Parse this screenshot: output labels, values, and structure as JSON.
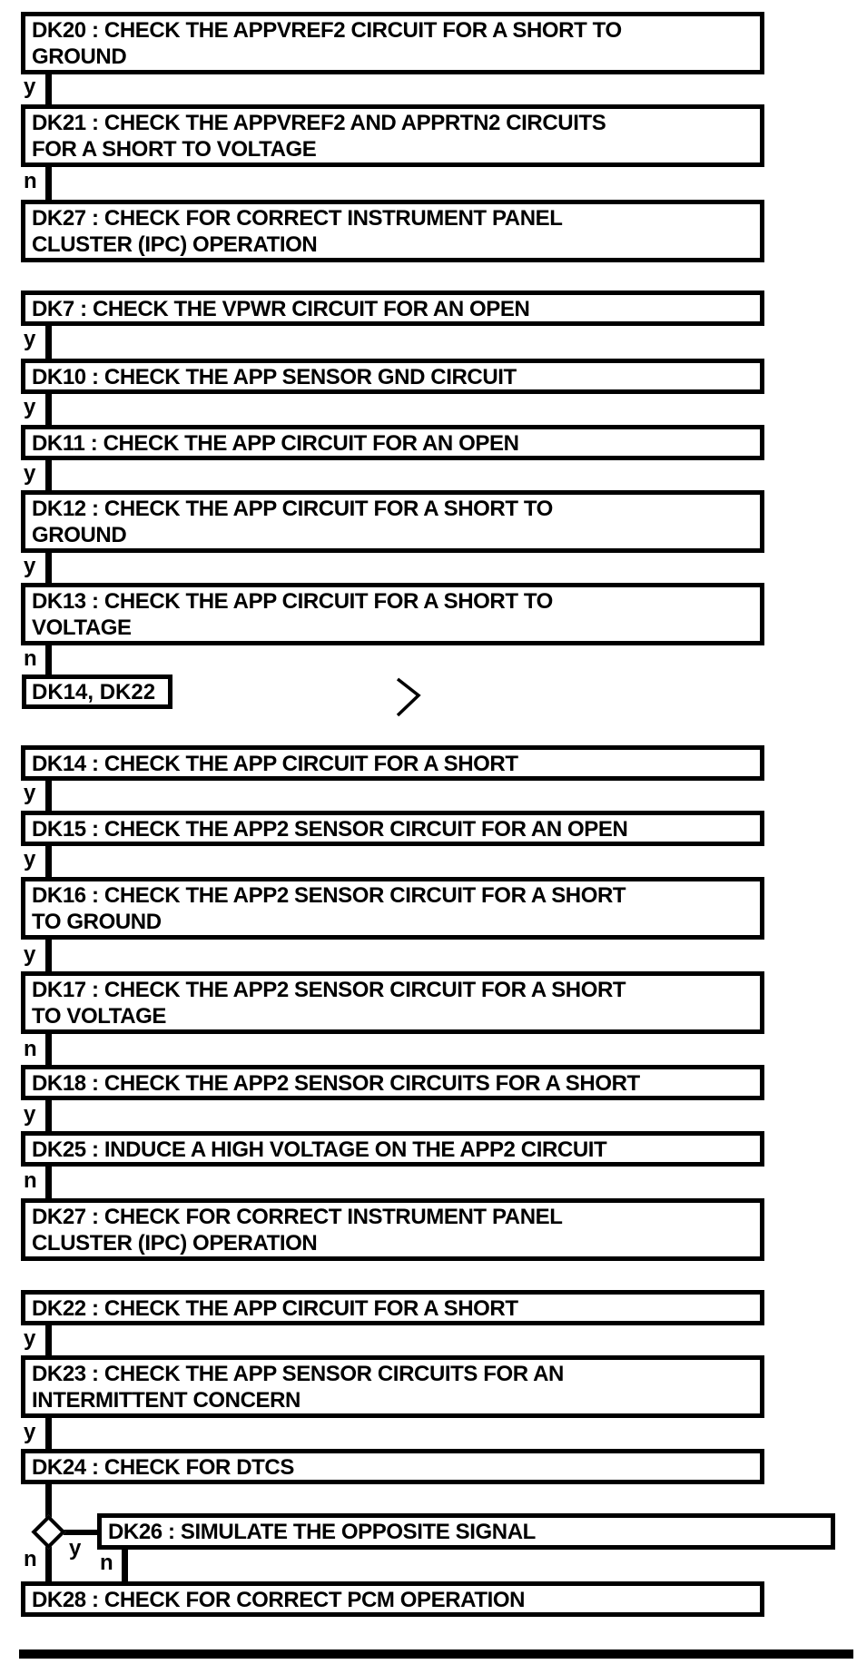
{
  "flowchart": {
    "colors": {
      "line": "#000000",
      "background": "#ffffff",
      "text": "#000000"
    },
    "icons": {
      "continuation_chevron": "chevron-right"
    },
    "nodes": [
      {
        "id": "DK20",
        "label": "DK20 : CHECK THE APPVREF2 CIRCUIT FOR A SHORT TO\nGROUND"
      },
      {
        "id": "DK21",
        "label": "DK21 : CHECK THE APPVREF2 AND APPRTN2 CIRCUITS\nFOR A SHORT TO VOLTAGE"
      },
      {
        "id": "DK27",
        "label": "DK27 : CHECK FOR CORRECT INSTRUMENT PANEL\nCLUSTER (IPC) OPERATION"
      },
      {
        "id": "DK7",
        "label": "DK7 : CHECK THE VPWR CIRCUIT FOR AN OPEN"
      },
      {
        "id": "DK10",
        "label": "DK10 : CHECK THE APP SENSOR GND CIRCUIT"
      },
      {
        "id": "DK11",
        "label": "DK11 : CHECK THE APP CIRCUIT FOR AN OPEN"
      },
      {
        "id": "DK12",
        "label": "DK12 : CHECK THE APP CIRCUIT FOR A SHORT TO\nGROUND"
      },
      {
        "id": "DK13",
        "label": "DK13 : CHECK THE APP CIRCUIT FOR A SHORT TO\nVOLTAGE"
      },
      {
        "id": "DK14-DK22-connector",
        "label": "DK14, DK22"
      },
      {
        "id": "DK14",
        "label": "DK14 : CHECK THE APP CIRCUIT FOR A SHORT"
      },
      {
        "id": "DK15",
        "label": "DK15 : CHECK THE APP2 SENSOR CIRCUIT FOR AN OPEN"
      },
      {
        "id": "DK16",
        "label": "DK16 : CHECK THE APP2 SENSOR CIRCUIT FOR A SHORT\nTO GROUND"
      },
      {
        "id": "DK17",
        "label": "DK17 : CHECK THE APP2 SENSOR CIRCUIT FOR A SHORT\nTO VOLTAGE"
      },
      {
        "id": "DK18",
        "label": "DK18 : CHECK THE APP2 SENSOR CIRCUITS FOR A SHORT"
      },
      {
        "id": "DK25",
        "label": "DK25 : INDUCE A HIGH VOLTAGE ON THE APP2 CIRCUIT"
      },
      {
        "id": "DK27b",
        "label": "DK27 : CHECK FOR CORRECT INSTRUMENT PANEL\nCLUSTER (IPC) OPERATION"
      },
      {
        "id": "DK22",
        "label": "DK22 : CHECK THE APP CIRCUIT FOR A SHORT"
      },
      {
        "id": "DK23",
        "label": "DK23 : CHECK THE APP SENSOR CIRCUITS FOR AN\nINTERMITTENT CONCERN"
      },
      {
        "id": "DK24",
        "label": "DK24 : CHECK FOR DTCS"
      },
      {
        "id": "DK26",
        "label": "DK26 : SIMULATE THE OPPOSITE SIGNAL"
      },
      {
        "id": "DK28",
        "label": "DK28 : CHECK FOR CORRECT PCM OPERATION"
      }
    ],
    "edges": [
      {
        "from": "DK20",
        "to": "DK21",
        "label": "y"
      },
      {
        "from": "DK21",
        "to": "DK27",
        "label": "n"
      },
      {
        "from": "DK7",
        "to": "DK10",
        "label": "y"
      },
      {
        "from": "DK10",
        "to": "DK11",
        "label": "y"
      },
      {
        "from": "DK11",
        "to": "DK12",
        "label": "y"
      },
      {
        "from": "DK12",
        "to": "DK13",
        "label": "y"
      },
      {
        "from": "DK13",
        "to": "DK14, DK22",
        "label": "n"
      },
      {
        "from": "DK14",
        "to": "DK15",
        "label": "y"
      },
      {
        "from": "DK15",
        "to": "DK16",
        "label": "y"
      },
      {
        "from": "DK16",
        "to": "DK17",
        "label": "y"
      },
      {
        "from": "DK17",
        "to": "DK18",
        "label": "n"
      },
      {
        "from": "DK18",
        "to": "DK25",
        "label": "y"
      },
      {
        "from": "DK25",
        "to": "DK27",
        "label": "n"
      },
      {
        "from": "DK22",
        "to": "DK23",
        "label": "y"
      },
      {
        "from": "DK23",
        "to": "DK24",
        "label": "y"
      },
      {
        "from": "decision",
        "to": "DK26",
        "label": "y"
      },
      {
        "from": "decision",
        "to": "DK28",
        "label": "n"
      },
      {
        "from": "DK26",
        "to": "DK28",
        "label": "n"
      }
    ]
  }
}
